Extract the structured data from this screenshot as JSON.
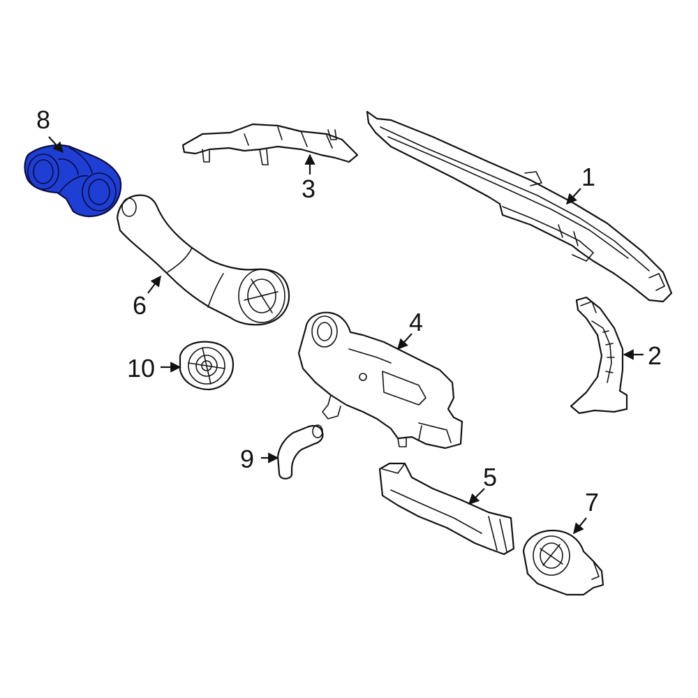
{
  "highlight_color": "#1f3fd4",
  "callouts": [
    {
      "id": "1",
      "label": "1"
    },
    {
      "id": "2",
      "label": "2"
    },
    {
      "id": "3",
      "label": "3"
    },
    {
      "id": "4",
      "label": "4"
    },
    {
      "id": "5",
      "label": "5"
    },
    {
      "id": "6",
      "label": "6"
    },
    {
      "id": "7",
      "label": "7"
    },
    {
      "id": "8",
      "label": "8"
    },
    {
      "id": "9",
      "label": "9"
    },
    {
      "id": "10",
      "label": "10"
    }
  ],
  "highlighted_part": "8"
}
